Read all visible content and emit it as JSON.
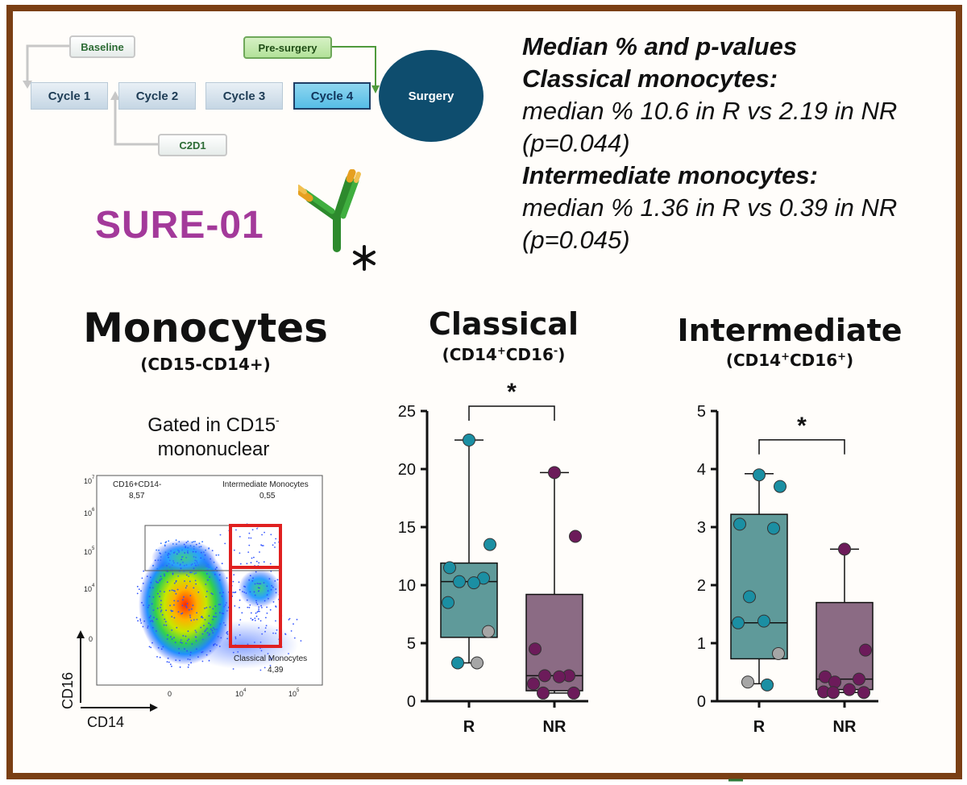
{
  "timeline": {
    "baseline": "Baseline",
    "pre_surgery": "Pre-surgery",
    "c2d1": "C2D1",
    "cycles": [
      "Cycle 1",
      "Cycle 2",
      "Cycle 3",
      "Cycle 4"
    ],
    "surgery": "Surgery",
    "active_cycle_color": "#55bde6",
    "surgery_color": "#0e4d6e"
  },
  "study_title": "SURE-01",
  "stats": {
    "heading": "Median % and p-values",
    "classical_label": "Classical monocytes:",
    "classical_text": "median % 10.6 in R vs 2.19 in NR (p=0.044)",
    "intermediate_label": "Intermediate monocytes:",
    "intermediate_text": "median % 1.36 in R vs 0.39 in NR (p=0.045)"
  },
  "monocytes": {
    "title": "Monocytes",
    "subtitle": "(CD15-CD14+)",
    "gated_line1": "Gated in CD15",
    "gated_sup": "-",
    "gated_line2": "mononuclear"
  },
  "flow": {
    "gate_topleft_label": "CD16+CD14-",
    "gate_topleft_value": "8,57",
    "gate_topright_label": "Intermediate Monocytes",
    "gate_topright_value": "0,55",
    "gate_bottom_label": "Classical Monocytes",
    "gate_bottom_value": "4,39",
    "y_axis_label": "CD16",
    "x_axis_label": "CD14",
    "y_ticks": [
      "10",
      "10",
      "10",
      "10",
      "0"
    ],
    "y_tick_exp": [
      "7",
      "6",
      "5",
      "4",
      ""
    ],
    "x_ticks": [
      "0",
      "10",
      "10"
    ],
    "x_tick_exp": [
      "",
      "4",
      "5"
    ],
    "gate_color": "#e02020"
  },
  "chart_data": [
    {
      "type": "box",
      "title": "Classical",
      "subtitle_main": "(CD14",
      "subtitle_sup1": "+",
      "subtitle_mid": "CD16",
      "subtitle_sup2": "-",
      "subtitle_end": ")",
      "ylim": [
        0,
        25
      ],
      "yticks": [
        0,
        5,
        10,
        15,
        20,
        25
      ],
      "categories": [
        "R",
        "NR"
      ],
      "significance": "*",
      "boxes": [
        {
          "category": "R",
          "min": 3.3,
          "q1": 5.5,
          "median": 10.3,
          "q3": 11.9,
          "max": 22.5,
          "color": "#5f9a9a",
          "points": [
            22.5,
            13.5,
            11.5,
            10.6,
            10.3,
            10.2,
            8.5,
            6.0,
            3.3,
            3.3
          ],
          "grey_indices": [
            7,
            9
          ]
        },
        {
          "category": "NR",
          "min": 0.7,
          "q1": 0.9,
          "median": 2.2,
          "q3": 9.2,
          "max": 19.7,
          "color": "#8b6b84",
          "points": [
            19.7,
            14.2,
            4.5,
            2.2,
            2.2,
            2.1,
            1.5,
            0.7,
            0.7
          ],
          "grey_indices": []
        }
      ],
      "r_point_color": "#1b8fa3",
      "nr_point_color": "#6c1b5a",
      "grey_color": "#a6a6a6"
    },
    {
      "type": "box",
      "title": "Intermediate",
      "subtitle_main": "(CD14",
      "subtitle_sup1": "+",
      "subtitle_mid": "CD16",
      "subtitle_sup2": "+",
      "subtitle_end": ")",
      "ylim": [
        0,
        5
      ],
      "yticks": [
        0,
        1,
        2,
        3,
        4,
        5
      ],
      "categories": [
        "R",
        "NR"
      ],
      "significance": "*",
      "boxes": [
        {
          "category": "R",
          "min": 0.3,
          "q1": 0.73,
          "median": 1.35,
          "q3": 3.22,
          "max": 3.92,
          "color": "#5f9a9a",
          "points": [
            3.9,
            3.7,
            3.05,
            2.98,
            1.8,
            1.38,
            1.35,
            0.82,
            0.33,
            0.28
          ],
          "grey_indices": [
            7,
            8
          ]
        },
        {
          "category": "NR",
          "min": 0.15,
          "q1": 0.2,
          "median": 0.38,
          "q3": 1.7,
          "max": 2.62,
          "color": "#8b6b84",
          "points": [
            2.62,
            0.88,
            0.42,
            0.38,
            0.33,
            0.2,
            0.16,
            0.15,
            0.15
          ],
          "grey_indices": []
        }
      ],
      "r_point_color": "#1b8fa3",
      "nr_point_color": "#6c1b5a",
      "grey_color": "#a6a6a6"
    }
  ]
}
